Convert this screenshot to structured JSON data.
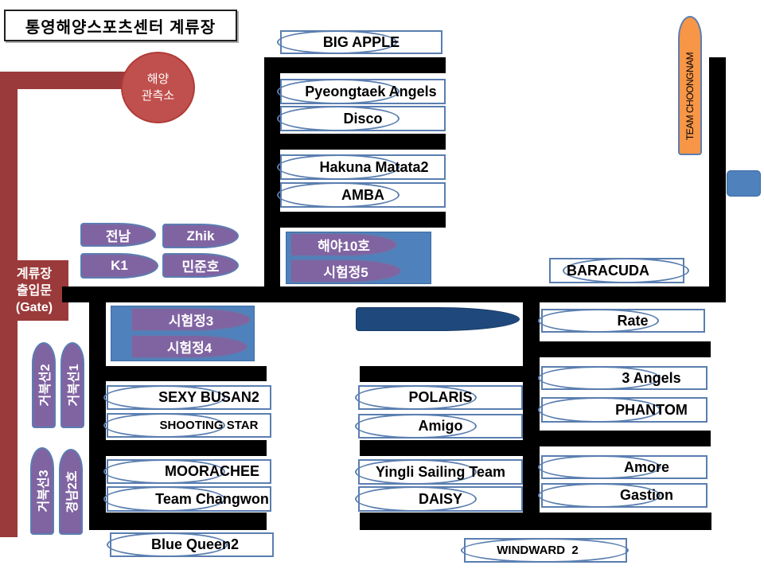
{
  "title": "통영해양스포츠센터 계류장",
  "observatory": {
    "line1": "해양",
    "line2": "관측소"
  },
  "gate": {
    "line1": "계류장",
    "line2": "출입문",
    "line3": "(Gate)"
  },
  "team_choongnam": "TEAM CHOONGNAM",
  "boats": {
    "big_apple": "BIG APPLE",
    "pyeongtaek": "Pyeongtaek Angels",
    "disco": "Disco",
    "hakuna": "Hakuna Matata2",
    "amba": "AMBA",
    "baracuda": "BARACUDA",
    "rate": "Rate",
    "three_angels": "3 Angels",
    "phantom": "PHANTOM",
    "amore": "Amore",
    "gastion": "Gastion",
    "sexy_busan": "SEXY BUSAN2",
    "shooting_star": "SHOOTING STAR",
    "moorachee": "MOORACHEE",
    "team_changwon": "Team Changwon",
    "blue_queen": "Blue Queen2",
    "polaris": "POLARIS",
    "amigo": "Amigo",
    "yingli": "Yingli Sailing Team",
    "daisy": "DAISY",
    "windward": "WINDWARD  2"
  },
  "purple_boats": {
    "jeonnam": "전남",
    "zhik": "Zhik",
    "k1": "K1",
    "minjunho": "민준호",
    "haeya10": "해야10호",
    "siheom5": "시험정5",
    "siheom3": "시험정3",
    "siheom4": "시험정4",
    "geobukseon2": "거북선2",
    "geobukseon1": "거북선1",
    "geobukseon3": "거북선3",
    "gyeongnam2": "경남2호"
  }
}
